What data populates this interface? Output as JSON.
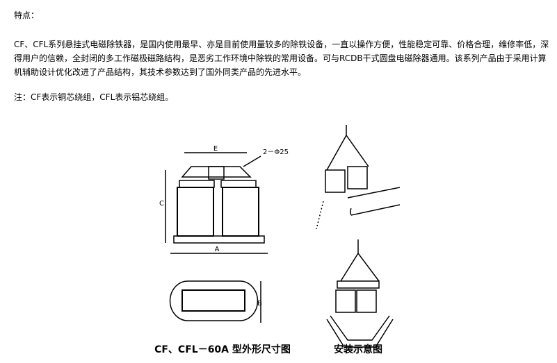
{
  "heading": "特点：",
  "paragraph_lines": [
    "CF、CFL系列悬挂式电磁除铁器，是国内使用最早、亦是目前使用量较多的除铁设备，一直以操作方便，性能稳定可靠、价格合理，维修率低，深",
    "得用户的信赖，全封闭的多工作磁极磁路结构，是恶劣工作环境中除铁的常用设备。可与RCDB干式圆盘电磁除器通用。该系列产品由于采用计算",
    "机辅助设计优化改进了产品结构，其技术参数达到了国外同类产品的先进水平。"
  ],
  "note": "注：CF表示铜芯绕组，CFL表示铝芯绕组。",
  "figure": {
    "dim_e": "E",
    "dim_holes": "2－Φ25",
    "dim_c": "C",
    "dim_a": "A",
    "dim_b": "B",
    "caption_left": "CF、CFL－60A 型外形尺寸图",
    "caption_right": "安装示意图"
  }
}
